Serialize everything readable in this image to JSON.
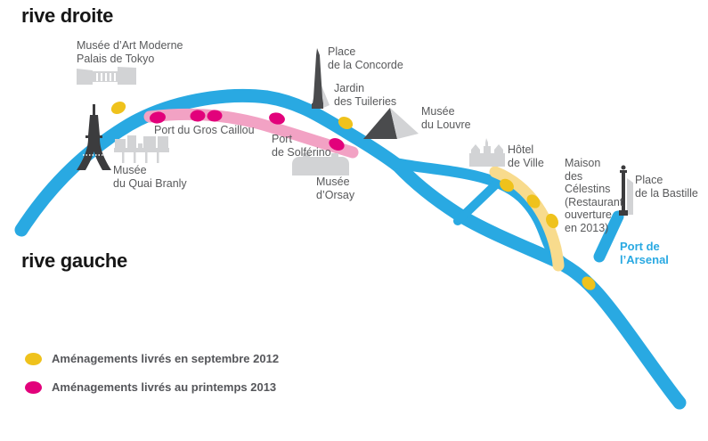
{
  "headings": {
    "rive_droite": "rive droite",
    "rive_gauche": "rive gauche"
  },
  "labels": {
    "palais_tokyo": "Musée d’Art Moderne\nPalais de Tokyo",
    "place_concorde": "Place\nde la Concorde",
    "jardin_tuileries": "Jardin\ndes Tuileries",
    "musee_louvre": "Musée\ndu Louvre",
    "port_gros_caillou": "Port du Gros Caillou",
    "port_solferino": "Port\nde Solférino",
    "musee_orsay": "Musée\nd’Orsay",
    "musee_quai_branly": "Musée\ndu Quai Branly",
    "hotel_de_ville": "Hôtel\nde Ville",
    "maison_celestins": "Maison\ndes\nCélestins\n(Restaurant\nouverture\nen 2013)",
    "place_bastille": "Place\nde la Bastille",
    "port_arsenal": "Port de l’Arsenal"
  },
  "legend": {
    "items": [
      {
        "label": "Aménagements livrés en septembre 2012",
        "color": "#EFC21C"
      },
      {
        "label": "Aménagements livrés au printemps 2013",
        "color": "#E2017B"
      }
    ]
  },
  "icons": {
    "eiffel_tower": "eiffel-tower-icon",
    "palais_de_tokyo": "palais-de-tokyo-icon",
    "musee_quai_branly": "musee-quai-branly-icon",
    "obelisk_concorde": "obelisk-concorde-icon",
    "louvre_pyramid": "louvre-pyramid-icon",
    "musee_orsay": "musee-orsay-icon",
    "hotel_de_ville": "hotel-de-ville-icon",
    "bastille_column": "bastille-column-icon"
  },
  "colors": {
    "river_blue": "#29A9E2",
    "band_pink": "#F2A2C4",
    "dot_magenta": "#E2017B",
    "band_yellow": "#F8DB8D",
    "dot_yellow": "#EFC21C",
    "icon_light_gray": "#D2D3D5",
    "icon_dark_gray": "#4A4B4D",
    "label_gray": "#58595B"
  }
}
